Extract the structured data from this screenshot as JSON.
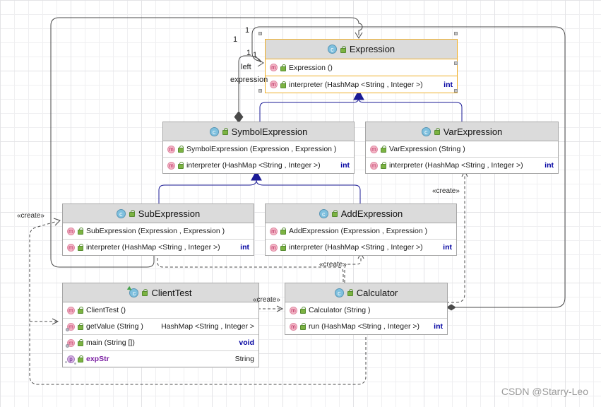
{
  "watermark": "CSDN @Starry-Leo",
  "classes": {
    "expression": {
      "title": "Expression",
      "icon": "class",
      "selected": true,
      "members": [
        {
          "icon": "method",
          "label": "Expression ()",
          "type": ""
        },
        {
          "icon": "method",
          "label": "interpreter (HashMap <String , Integer >)",
          "type": "int"
        }
      ]
    },
    "symbol": {
      "title": "SymbolExpression",
      "icon": "class",
      "members": [
        {
          "icon": "method",
          "label": "SymbolExpression  (Expression , Expression )",
          "type": ""
        },
        {
          "icon": "method",
          "label": "interpreter (HashMap <String , Integer >)",
          "type": "int"
        }
      ]
    },
    "var": {
      "title": "VarExpression",
      "icon": "class",
      "members": [
        {
          "icon": "method",
          "label": "VarExpression (String )",
          "type": ""
        },
        {
          "icon": "method",
          "label": "interpreter (HashMap <String , Integer >)",
          "type": "int"
        }
      ]
    },
    "sub": {
      "title": "SubExpression",
      "icon": "class",
      "members": [
        {
          "icon": "method",
          "label": "SubExpression  (Expression , Expression )",
          "type": ""
        },
        {
          "icon": "method",
          "label": "interpreter (HashMap <String , Integer >)",
          "type": "int"
        }
      ]
    },
    "add": {
      "title": "AddExpression",
      "icon": "class",
      "members": [
        {
          "icon": "method",
          "label": "AddExpression  (Expression , Expression )",
          "type": ""
        },
        {
          "icon": "method",
          "label": "interpreter (HashMap <String , Integer >)",
          "type": "int"
        }
      ]
    },
    "client": {
      "title": "ClientTest",
      "icon": "runnable-class",
      "members": [
        {
          "icon": "method",
          "label": "ClientTest ()",
          "type": ""
        },
        {
          "icon": "static-method",
          "label": "getValue (String )",
          "type": "HashMap <String , Integer >"
        },
        {
          "icon": "static-method",
          "label": "main (String [])",
          "type": "void"
        },
        {
          "icon": "static-property",
          "label": "expStr",
          "type": "String"
        }
      ]
    },
    "calc": {
      "title": "Calculator",
      "icon": "class",
      "members": [
        {
          "icon": "method",
          "label": "Calculator (String )",
          "type": ""
        },
        {
          "icon": "method",
          "label": "run (HashMap <String , Integer >)",
          "type": "int"
        }
      ]
    }
  },
  "edge_labels": {
    "mult1": "1",
    "mult2": "1",
    "mult3": "1",
    "mult4": "1",
    "role_left": "left",
    "role_expression": "expression",
    "creates": [
      "«create»",
      "«create»",
      "«create»",
      "«create»"
    ]
  }
}
